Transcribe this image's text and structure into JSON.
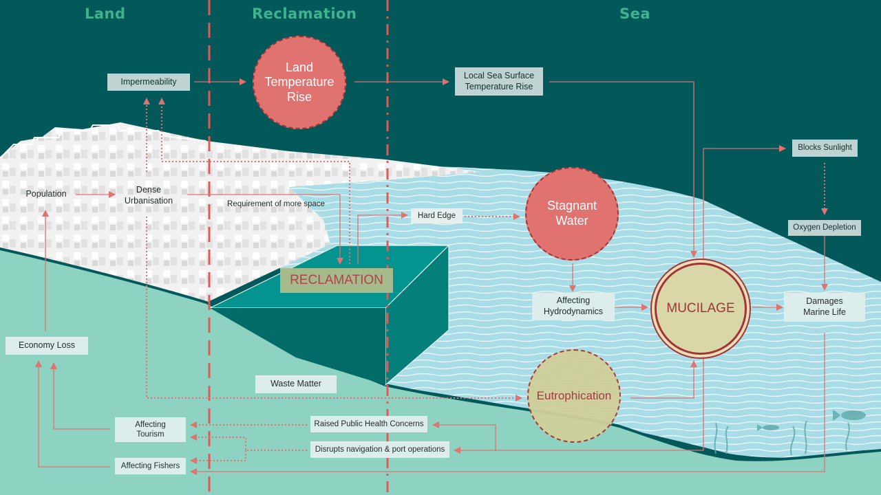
{
  "zones": {
    "land": "Land",
    "reclamation": "Reclamation",
    "sea": "Sea"
  },
  "nodes": {
    "impermeability": "Impermeability",
    "land_temp_rise": "Land\nTemperature\nRise",
    "local_sea_temp": "Local Sea Surface\nTemperature Rise",
    "blocks_sunlight": "Blocks Sunlight",
    "population": "Population",
    "dense_urbanisation": "Dense\nUrbanisation",
    "requirement_space": "Requirement of more space",
    "hard_edge": "Hard Edge",
    "stagnant_water": "Stagnant\nWater",
    "oxygen_depletion": "Oxygen Depletion",
    "reclamation": "RECLAMATION",
    "affecting_hydrodynamics": "Affecting\nHydrodynamics",
    "mucilage": "MUCILAGE",
    "damages_marine_life": "Damages\nMarine Life",
    "economy_loss": "Economy Loss",
    "waste_matter": "Waste Matter",
    "eutrophication": "Eutrophication",
    "affecting_tourism": "Affecting\nTourism",
    "raised_health": "Raised Public Health Concerns",
    "disrupts_navigation": "Disrupts navigation & port operations",
    "affecting_fishers": "Affecting Fishers"
  },
  "colors": {
    "background": "#03585A",
    "zone_label": "#3FB38E",
    "accent_red": "#E07270",
    "dark_red": "#A23436",
    "sea_teal": "#8ECFC3",
    "block_teal": "#04938E"
  }
}
